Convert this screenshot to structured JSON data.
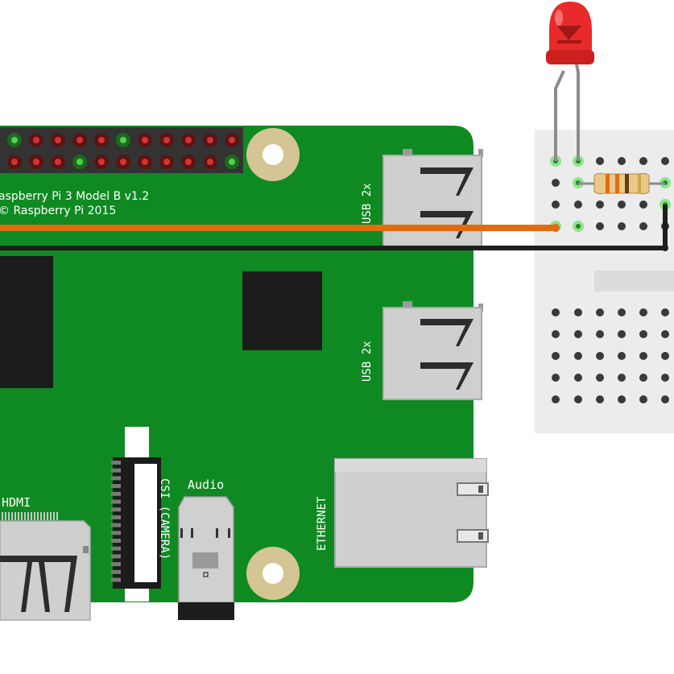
{
  "board": {
    "model_text": "aspberry Pi 3 Model B v1.2",
    "copyright_text": "© Raspberry Pi 2015",
    "usb_top_label": "USB 2x",
    "usb_bottom_label": "USB 2x",
    "hdmi_label": "HDMI",
    "csi_label": "CSI (CAMERA)",
    "audio_label": "Audio",
    "ethernet_label": "ETHERNET"
  },
  "colors": {
    "board_green": "#0f8a22",
    "wire_orange": "#e36b0e",
    "wire_black": "#1e1e1e",
    "led_red": "#e82a2a",
    "breadboard": "#ececec",
    "mount_hole": "#d5c594"
  },
  "icons": {
    "led": "red-led-icon",
    "resistor": "resistor-icon"
  }
}
